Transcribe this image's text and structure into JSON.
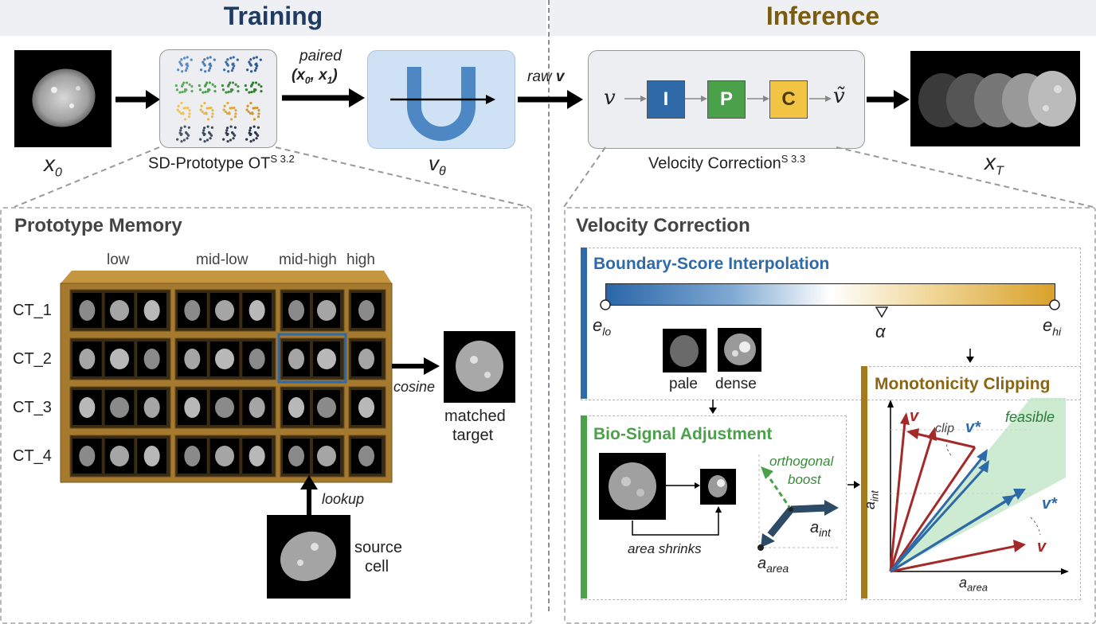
{
  "header": {
    "training_title": "Training",
    "inference_title": "Inference",
    "training_color": "#1f3b63",
    "inference_color": "#7a5c10"
  },
  "training": {
    "x0_label": "x",
    "x0_sub": "0",
    "ot_label": "SD-Prototype OT",
    "ot_sup": "S 3.2",
    "paired_label": "paired",
    "pair_a": "x",
    "pair_a_sub": "0",
    "pair_b": "x",
    "pair_b_sub": "1",
    "v_label": "v",
    "v_sub": "θ"
  },
  "inference": {
    "raw_label": "raw",
    "raw_v": "v",
    "v_sym": "v",
    "v_tilde": "ṽ",
    "blocks": [
      {
        "letter": "I",
        "color": "#2e6aa8"
      },
      {
        "letter": "P",
        "color": "#4ba04a"
      },
      {
        "letter": "C",
        "color": "#f2c443"
      }
    ],
    "vc_label": "Velocity Correction",
    "vc_sup": "S 3.3",
    "xt_label": "x",
    "xt_sub": "T"
  },
  "prototype_memory": {
    "title": "Prototype Memory",
    "columns": [
      "low",
      "mid-low",
      "mid-high",
      "high"
    ],
    "rows": [
      "CT_1",
      "CT_2",
      "CT_3",
      "CT_4"
    ],
    "cosine_label": "cosine",
    "matched_label_1": "matched",
    "matched_label_2": "target",
    "lookup_label": "lookup",
    "source_label_1": "source",
    "source_label_2": "cell",
    "shelf_color": "#a67a2e"
  },
  "velocity_correction": {
    "title": "Velocity Correction",
    "boundary": {
      "title": "Boundary-Score Interpolation",
      "color": "#2e6aa8",
      "e_lo": "e",
      "e_lo_sub": "lo",
      "e_hi": "e",
      "e_hi_sub": "hi",
      "alpha": "α",
      "pale_label": "pale",
      "dense_label": "dense"
    },
    "bio": {
      "title": "Bio-Signal Adjustment",
      "color": "#4ba04a",
      "area_shrinks": "area shrinks",
      "orthogonal_1": "orthogonal",
      "orthogonal_2": "boost",
      "a_int": "a",
      "a_int_sub": "int",
      "a_area": "a",
      "a_area_sub": "area"
    },
    "clip": {
      "title": "Monotonicity Clipping",
      "color": "#a67a18",
      "feasible": "feasible",
      "clip_label": "clip",
      "v_label": "v",
      "v_star": "v*",
      "y_axis": "a",
      "y_axis_sub": "int",
      "x_axis": "a",
      "x_axis_sub": "area"
    }
  }
}
